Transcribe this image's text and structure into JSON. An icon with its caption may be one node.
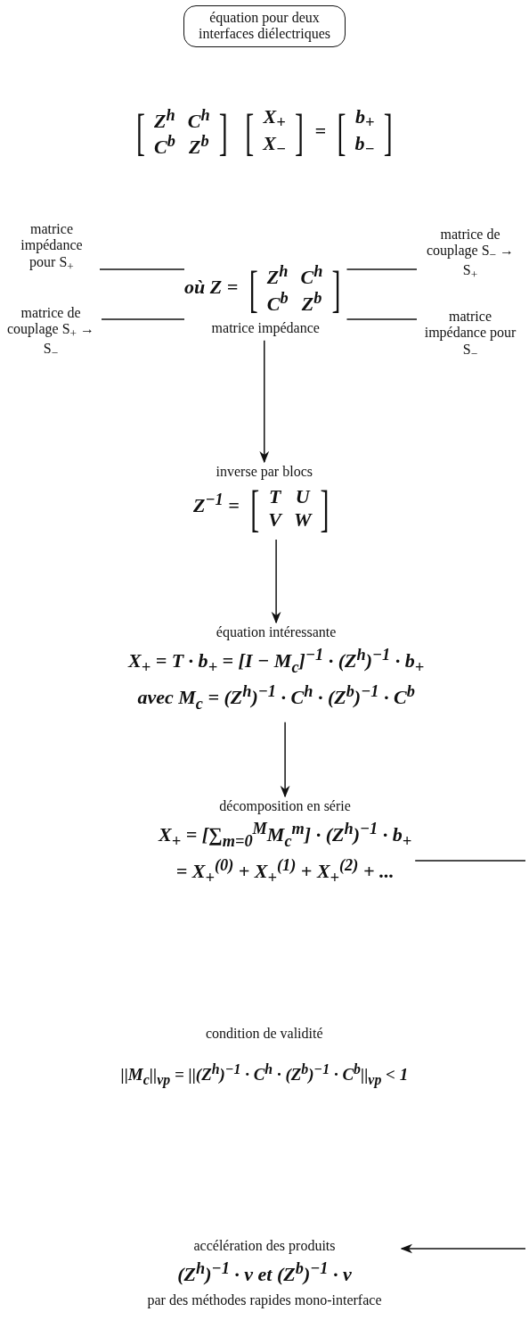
{
  "diagram": {
    "nodes": [
      {
        "text": [
          "équation pour deux interfaces diélectriques"
        ]
      },
      {
        "text": [
          "où Z = [Z$^{h}$ C$^{h}$ C$^{b}$ Z$^{b}$]",
          "matrice impédance"
        ]
      },
      {
        "text": [
          "matrice impédance pour S$_{+}$"
        ]
      },
      {
        "text": [
          "matrice de couplage S$_{+}$ → S$_{−}$"
        ]
      },
      {
        "text": [
          "matrice de couplage S$_{−}$ → S$_{+}$"
        ]
      },
      {
        "text": [
          "matrice impédance pour S$_{−}$"
        ]
      },
      {
        "text": [
          "inverse par blocs",
          "Z$^{−1}$ = [T U V W]"
        ]
      },
      {
        "text": [
          "équation intéressante",
          "X$_{+}$ = T · b$_{+}$ = [I − M$_{c}$]$^{−1}$ · (Z$^{h}$)$^{−1}$ · b$_{+}$",
          "avec M$_{c}$ = (Z$^{h}$)$^{−1}$ · C$^{h}$ · (Z$^{b}$)$^{−1}$ · C$^{b}$"
        ]
      },
      {
        "text": [
          "décomposition en série",
          "X$_{+}$ = [∑$_{m=0}$$^{M}$M$_{c}$$^{m}$] · (Z$^{h}$)$^{−1}$ · b$_{+}$",
          "= X$_{+}$$^{(0)}$ + X$_{+}$$^{(1)}$ + X$_{+}$$^{(2)}$ + ..."
        ]
      },
      {
        "text": [
          "accélération des produits",
          "(Z$^{h}$)$^{−1}$ · v et (Z$^{b}$)$^{−1}$ · v",
          "par des méthodes rapides mono-interface"
        ]
      }
    ],
    "edges": [
      {
        "from": 1,
        "to": 6,
        "arrow": "to"
      },
      {
        "from": 2,
        "to": 1,
        "arrow": "none"
      },
      {
        "from": 3,
        "to": 1,
        "arrow": "none"
      },
      {
        "from": 4,
        "to": 1,
        "arrow": "none"
      },
      {
        "from": 5,
        "to": 1,
        "arrow": "none"
      },
      {
        "from": 6,
        "to": 7,
        "arrow": "to"
      },
      {
        "from": 7,
        "to": 8,
        "arrow": "to"
      },
      {
        "from": 8,
        "to": null,
        "arrow": "none"
      },
      {
        "from": null,
        "to": 9,
        "arrow": "to"
      }
    ],
    "labels": [
      "[Z$^{h}$ C$^{h}$ C$^{b}$ Z$^{b}$] [X$_{+}$ X$_{−}$] = [b$_{+}$ b$_{−}$]",
      "condition de validité",
      "||M$_{c}$||$_{vp}$ = ||(Z$^{h}$)$^{−1}$ · C$^{h}$ · (Z$^{b}$)$^{−1}$ · C$^{b}$||$_{vp}$ < 1"
    ]
  }
}
